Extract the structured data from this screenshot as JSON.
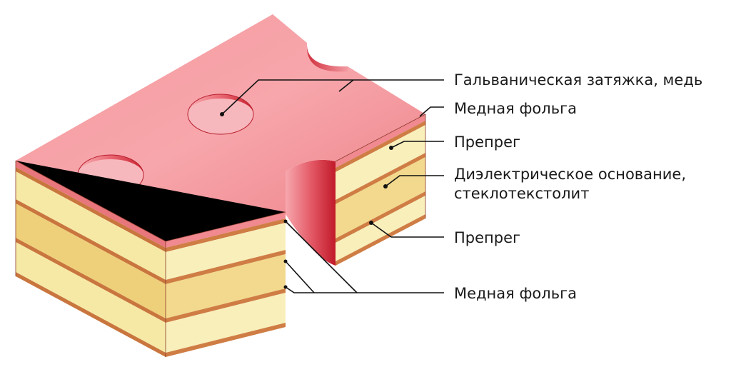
{
  "labels": {
    "plating": "Гальваническая затяжка, медь",
    "foil_top": "Медная фольга",
    "prepreg_top": "Препрег",
    "core_line1": "Диэлектрическое основание,",
    "core_line2": "стеклотекстолит",
    "prepreg_bottom": "Препрег",
    "foil_inner": "Медная фольга"
  },
  "colors": {
    "plating": "#ee7b82",
    "copper": "#c9763e",
    "prepreg": "#f6e9a6",
    "core": "#efd07a",
    "hole_dark": "#c9303d"
  }
}
